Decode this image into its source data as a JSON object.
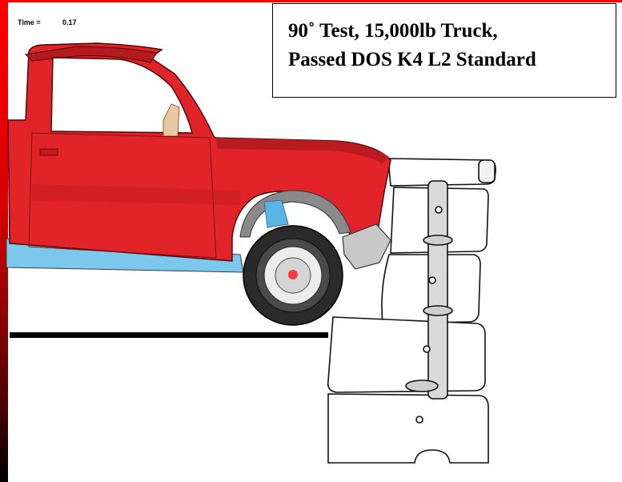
{
  "time_readout": {
    "label": "Time =",
    "value": "0.17"
  },
  "caption": {
    "line1": "90˚ Test, 15,000lb Truck,",
    "line2": "Passed DOS K4 L2 Standard"
  },
  "colors": {
    "truck_body": "#e0242a",
    "frame_accent": "#ff0000",
    "chassis_blue": "#7cc8ec",
    "tire": "#2a2a2a",
    "ground": "#000000"
  },
  "icons": {
    "truck": "pickup-truck-icon",
    "barrier": "crash-barrier-icon"
  }
}
